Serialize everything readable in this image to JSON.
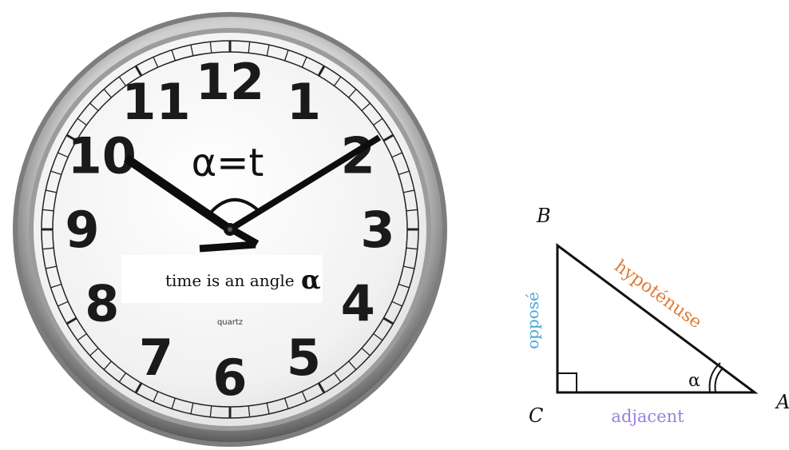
{
  "clock": {
    "numerals": [
      "12",
      "1",
      "2",
      "3",
      "4",
      "5",
      "6",
      "7",
      "8",
      "9",
      "10",
      "11"
    ],
    "brand": "quartz",
    "equation": "α=t",
    "caption": "time is an angle",
    "caption_symbol": "α",
    "time_shown": "10:10"
  },
  "triangle": {
    "vertex_a": "A",
    "vertex_b": "B",
    "vertex_c": "C",
    "hypotenuse_label": "hypoténuse",
    "opposite_label": "opposé",
    "adjacent_label": "adjacent",
    "angle_label": "α",
    "colors": {
      "hypotenuse": "#e07b39",
      "opposite": "#4aa8d8",
      "adjacent": "#9a7fe0"
    }
  }
}
